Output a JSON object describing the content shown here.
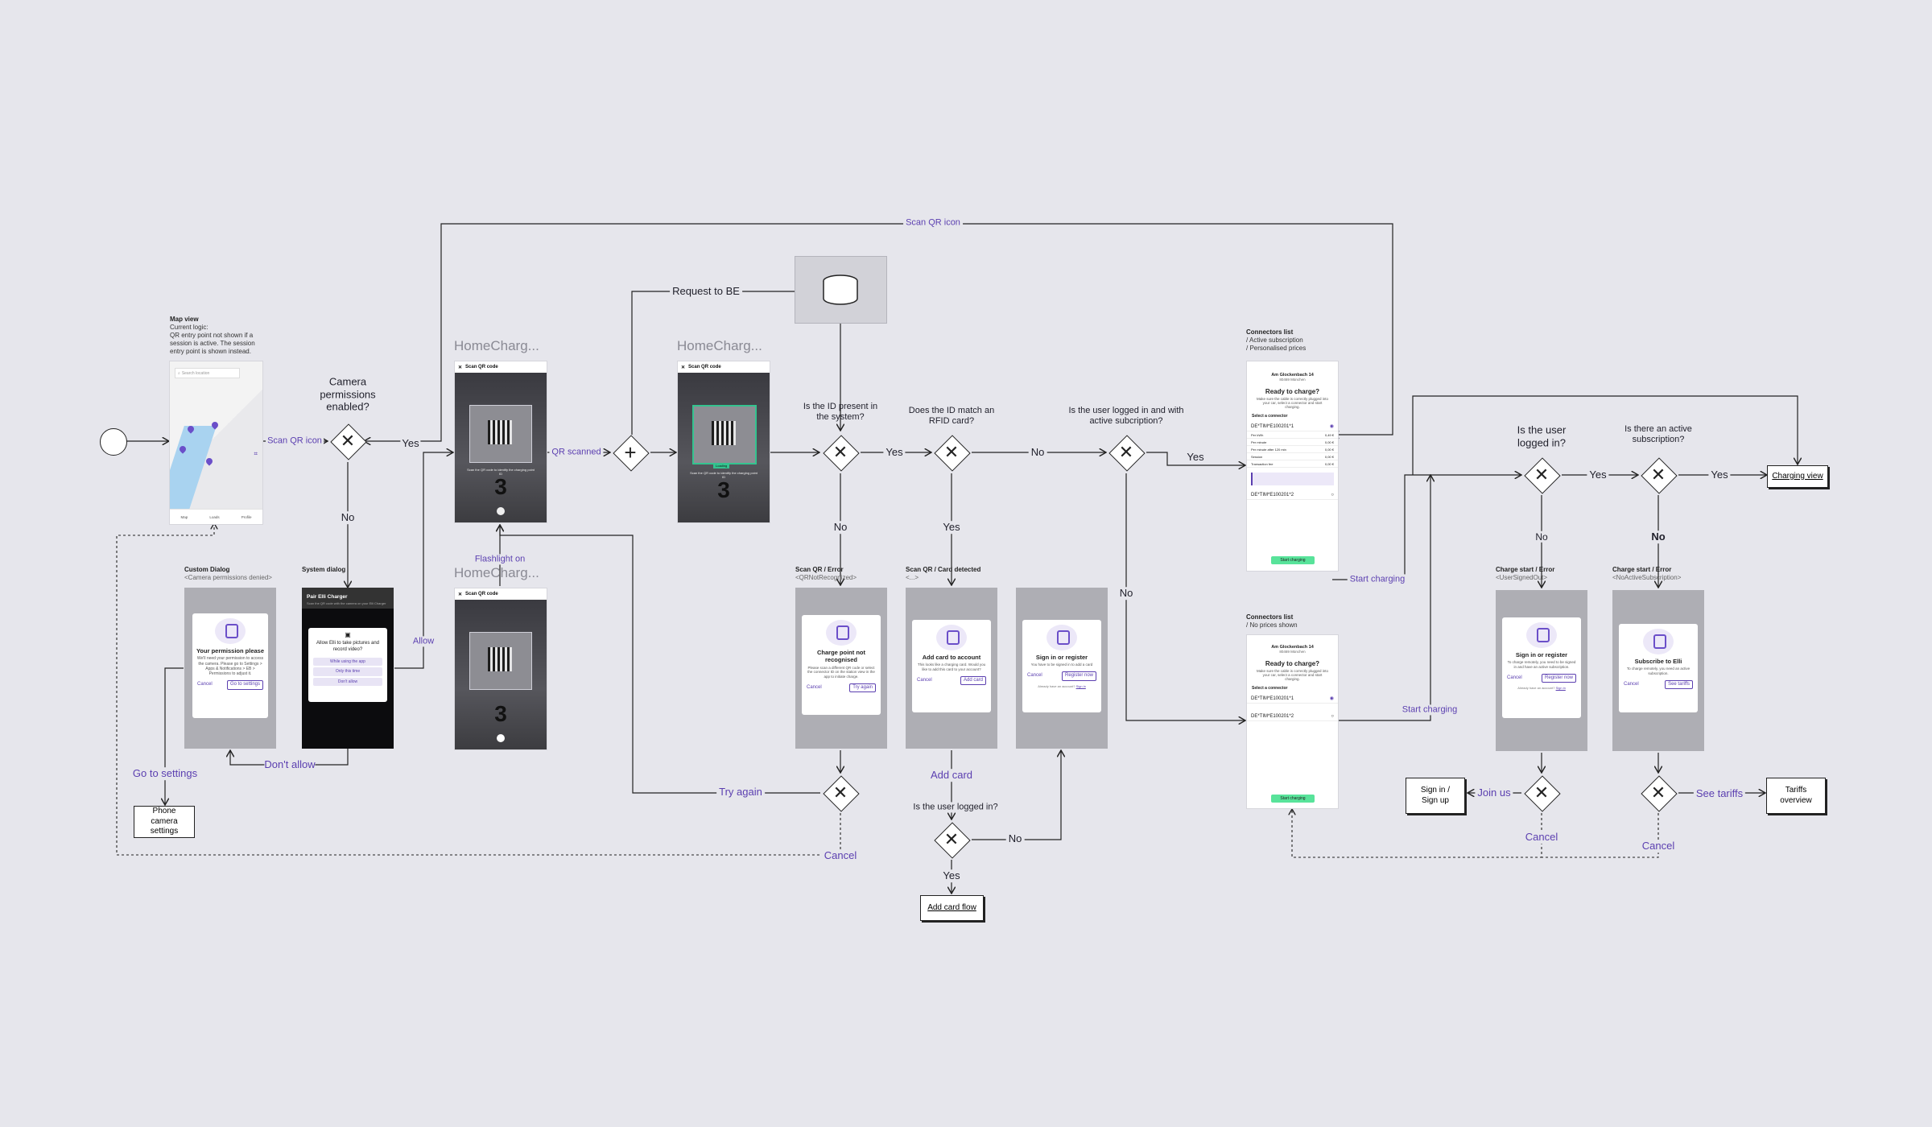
{
  "nodes": {
    "map_view": {
      "title": "Map view",
      "lines": [
        "Current logic:",
        "QR entry point not shown if a",
        "session is active. The session",
        "entry point is shown instead."
      ],
      "search_placeholder": "Search location",
      "tabs": [
        "Map",
        "Loads",
        "Profile"
      ]
    },
    "camera_perm": {
      "question": "Camera permissions enabled?"
    },
    "custom_dialog": {
      "title": "Custom Dialog",
      "sub": "<Camera permissions denied>",
      "heading": "Your permission please",
      "body": "We'll need your permission to access the camera. Please go to Settings > Apps & Notifications > EB > Permissions to adjust it.",
      "cancel": "Cancel",
      "action": "Go to settings"
    },
    "system_dialog": {
      "title": "System dialog",
      "app": "Pair Elli Charger",
      "app_sub": "Scan the QR code with the camera on your Elli Charger",
      "question": "Allow Elli to take pictures and record video?",
      "opt1": "While using the app",
      "opt2": "Only this time",
      "opt3": "Don't allow"
    },
    "scan1": {
      "ghost": "HomeCharg...",
      "header": "Scan QR code",
      "hint": "Scan the QR code to identify the charging point ID",
      "num": "3"
    },
    "scan_flash": {
      "ghost": "HomeCharg...",
      "header": "Scan QR code",
      "num": "3"
    },
    "scan2": {
      "ghost": "HomeCharg...",
      "header": "Scan QR code",
      "hint": "Scan the QR code to identify the charging point ID",
      "loading": "Loading",
      "num": "3"
    },
    "phone_settings": {
      "label": "Phone camera settings"
    },
    "request_be": {
      "label": "Request to BE"
    },
    "q_present": {
      "question": "Is the ID present in the system?"
    },
    "q_rfid": {
      "question": "Does the ID match an RFID card?"
    },
    "q_logged_sub": {
      "question": "Is the user logged in and with active subcription?"
    },
    "err_qr": {
      "title": "Scan QR / Error",
      "sub": "<QRNotRecognized>",
      "heading": "Charge point not recognised",
      "body": "Please scan a different QR code or select the connector ID on the station view in the app to initiate charge.",
      "cancel": "Cancel",
      "action": "Try again"
    },
    "card_detected": {
      "title": "Scan QR / Card detected",
      "sub": "<...>",
      "heading": "Add card to account",
      "body": "This looks like a charging card. Would you like to add this card to your account?",
      "cancel": "Cancel",
      "action": "Add card"
    },
    "sign_in_screen": {
      "heading": "Sign in or register",
      "body": "You have to be signed in to add a card",
      "cancel": "Cancel",
      "action": "Register now",
      "foot": "Already have an account?",
      "link": "Sign in"
    },
    "q_logged_card": {
      "question": "Is the user logged in?"
    },
    "add_card_flow": {
      "label": "Add card flow"
    },
    "connectors_active": {
      "title": "Connectors list",
      "sub1": "/ Active subscription",
      "sub2": "/ Personalised prices",
      "address": "Am Glockenbach 14",
      "city": "80469 München",
      "heading": "Ready to charge?",
      "body": "Make sure the cable is correctly plugged into your car, select a connector and start charging.",
      "select": "Select a connector",
      "c1": "DE*TIM*E100201*1",
      "c2": "DE*TIM*E100201*2",
      "rows": [
        "Per kWh",
        "Per minute",
        "Per minute after 120 min",
        "Session",
        "Transaction fee"
      ],
      "vals": [
        "0,49 €",
        "0,00 €",
        "0,00 €",
        "0,00 €",
        "0,00 €"
      ],
      "start": "Start charging"
    },
    "connectors_none": {
      "title": "Connectors list",
      "sub1": "/ No prices shown",
      "address": "Am Glockenbach 14",
      "city": "80469 München",
      "heading": "Ready to charge?",
      "body": "Make sure the cable is correctly plugged into your car, select a connector and start charging.",
      "select": "Select a connector",
      "c1": "DE*TIM*E100201*1",
      "c2": "DE*TIM*E100201*2",
      "start": "Start charging"
    },
    "q_logged": {
      "question": "Is the user logged in?"
    },
    "q_sub": {
      "question": "Is there an active subscription?"
    },
    "charging_view": {
      "label": "Charging view"
    },
    "err_signed_out": {
      "title": "Charge start / Error",
      "sub": "<UserSignedOut>",
      "heading": "Sign in or register",
      "body": "To charge remotely, you need to be signed in and have an active subscription.",
      "cancel": "Cancel",
      "action": "Register now",
      "foot": "Already have an account?",
      "link": "Sign in"
    },
    "err_no_sub": {
      "title": "Charge start / Error",
      "sub": "<NoActiveSubscription>",
      "heading": "Subscribe to Elli",
      "body": "To charge remotely, you need an active subscription.",
      "cancel": "Cancel",
      "action": "See tariffs"
    },
    "sign_in_up": {
      "label": "Sign in / Sign up"
    },
    "tariffs": {
      "label": "Tariffs overview"
    }
  },
  "edge_labels": {
    "scan_qr_icon_top": "Scan QR icon",
    "scan_qr_icon": "Scan QR icon",
    "yes_cam": "Yes",
    "no_cam": "No",
    "allow": "Allow",
    "dont_allow": "Don't allow",
    "go_settings": "Go to settings",
    "qr_scanned": "QR scanned",
    "flashlight": "Flashlight on",
    "yes_present": "Yes",
    "no_present": "No",
    "no_rfid": "No",
    "yes_rfid": "Yes",
    "yes_sub": "Yes",
    "no_sub": "No",
    "try_again": "Try again",
    "cancel_qr": "Cancel",
    "add_card": "Add card",
    "no_card_logged": "No",
    "yes_card_logged": "Yes",
    "start_charging_1": "Start charging",
    "start_charging_2": "Start charging",
    "yes_logged": "Yes",
    "no_logged": "No",
    "yes_active": "Yes",
    "no_active": "No",
    "join_us": "Join us",
    "cancel_signed": "Cancel",
    "see_tariffs": "See tariffs",
    "cancel_sub": "Cancel"
  },
  "colors": {
    "background": "#e6e6ec",
    "accent": "#5b3fb0",
    "green": "#58e39a",
    "line": "#222222"
  }
}
